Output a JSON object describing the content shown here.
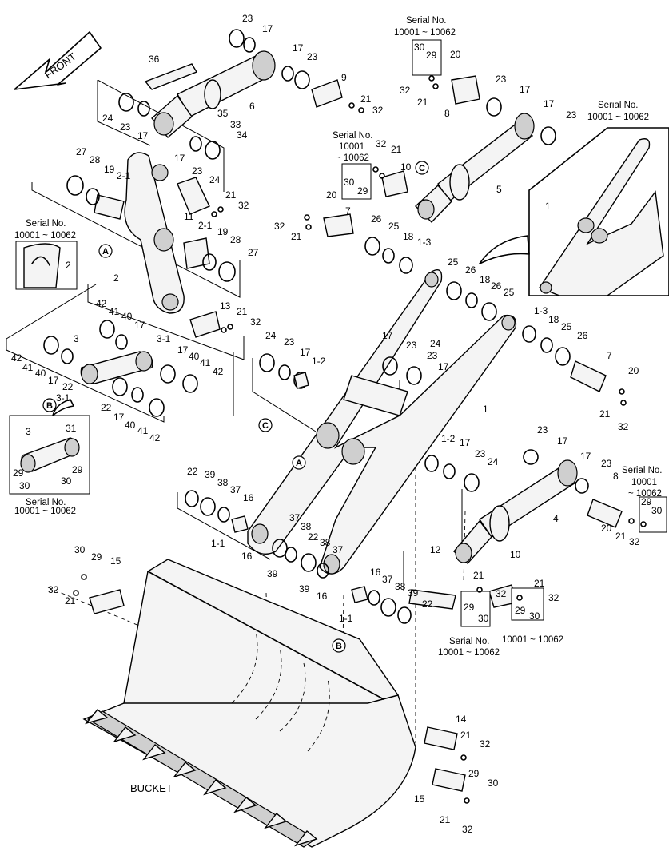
{
  "direction_label": "FRONT",
  "bucket_label": "BUCKET",
  "serial_line1": "Serial No.",
  "serial_line2": "10001 ~ 10062",
  "serial_alt_line2": "10001",
  "serial_alt_line3": "~ 10062",
  "refs": [
    "A",
    "B",
    "C"
  ],
  "callouts": [
    {
      "id": "c1",
      "t": "23"
    },
    {
      "id": "c2",
      "t": "17"
    },
    {
      "id": "c3",
      "t": "36"
    },
    {
      "id": "c4",
      "t": "17"
    },
    {
      "id": "c5",
      "t": "23"
    },
    {
      "id": "c6",
      "t": "9"
    },
    {
      "id": "c7",
      "t": "21"
    },
    {
      "id": "c8",
      "t": "32"
    },
    {
      "id": "c9",
      "t": "6"
    },
    {
      "id": "c10",
      "t": "35"
    },
    {
      "id": "c11",
      "t": "33"
    },
    {
      "id": "c12",
      "t": "34"
    },
    {
      "id": "c13",
      "t": "24"
    },
    {
      "id": "c14",
      "t": "23"
    },
    {
      "id": "c15",
      "t": "17"
    },
    {
      "id": "c16",
      "t": "17"
    },
    {
      "id": "c17",
      "t": "23"
    },
    {
      "id": "c18",
      "t": "24"
    },
    {
      "id": "c19",
      "t": "27"
    },
    {
      "id": "c20",
      "t": "28"
    },
    {
      "id": "c21",
      "t": "19"
    },
    {
      "id": "c22",
      "t": "2-1"
    },
    {
      "id": "c23",
      "t": "11"
    },
    {
      "id": "c24",
      "t": "21"
    },
    {
      "id": "c25",
      "t": "32"
    },
    {
      "id": "c26",
      "t": "2-1"
    },
    {
      "id": "c27",
      "t": "19"
    },
    {
      "id": "c28",
      "t": "28"
    },
    {
      "id": "c29",
      "t": "27"
    },
    {
      "id": "c30",
      "t": "2"
    },
    {
      "id": "c31",
      "t": "2"
    },
    {
      "id": "c32",
      "t": "13"
    },
    {
      "id": "c33",
      "t": "21"
    },
    {
      "id": "c34",
      "t": "32"
    },
    {
      "id": "c35",
      "t": "42"
    },
    {
      "id": "c36",
      "t": "41"
    },
    {
      "id": "c37",
      "t": "40"
    },
    {
      "id": "c38",
      "t": "17"
    },
    {
      "id": "c39",
      "t": "3"
    },
    {
      "id": "c40",
      "t": "3-1"
    },
    {
      "id": "c41",
      "t": "17"
    },
    {
      "id": "c42",
      "t": "40"
    },
    {
      "id": "c43",
      "t": "41"
    },
    {
      "id": "c44",
      "t": "42"
    },
    {
      "id": "c45",
      "t": "42"
    },
    {
      "id": "c46",
      "t": "41"
    },
    {
      "id": "c47",
      "t": "40"
    },
    {
      "id": "c48",
      "t": "17"
    },
    {
      "id": "c49",
      "t": "22"
    },
    {
      "id": "c50",
      "t": "3-1"
    },
    {
      "id": "c51",
      "t": "22"
    },
    {
      "id": "c52",
      "t": "17"
    },
    {
      "id": "c53",
      "t": "40"
    },
    {
      "id": "c54",
      "t": "41"
    },
    {
      "id": "c55",
      "t": "42"
    },
    {
      "id": "c56",
      "t": "3"
    },
    {
      "id": "c57",
      "t": "31"
    },
    {
      "id": "c58",
      "t": "29"
    },
    {
      "id": "c59",
      "t": "29"
    },
    {
      "id": "c60",
      "t": "30"
    },
    {
      "id": "c61",
      "t": "30"
    },
    {
      "id": "c62",
      "t": "30"
    },
    {
      "id": "c63",
      "t": "29"
    },
    {
      "id": "c64",
      "t": "20"
    },
    {
      "id": "c65",
      "t": "32"
    },
    {
      "id": "c66",
      "t": "21"
    },
    {
      "id": "c67",
      "t": "8"
    },
    {
      "id": "c68",
      "t": "23"
    },
    {
      "id": "c69",
      "t": "17"
    },
    {
      "id": "c70",
      "t": "17"
    },
    {
      "id": "c71",
      "t": "23"
    },
    {
      "id": "c72",
      "t": "5"
    },
    {
      "id": "c73",
      "t": "32"
    },
    {
      "id": "c74",
      "t": "21"
    },
    {
      "id": "c75",
      "t": "10"
    },
    {
      "id": "c76",
      "t": "30"
    },
    {
      "id": "c77",
      "t": "29"
    },
    {
      "id": "c78",
      "t": "20"
    },
    {
      "id": "c79",
      "t": "7"
    },
    {
      "id": "c80",
      "t": "32"
    },
    {
      "id": "c81",
      "t": "21"
    },
    {
      "id": "c82",
      "t": "26"
    },
    {
      "id": "c83",
      "t": "25"
    },
    {
      "id": "c84",
      "t": "18"
    },
    {
      "id": "c85",
      "t": "1-3"
    },
    {
      "id": "c86",
      "t": "1"
    },
    {
      "id": "c87",
      "t": "25"
    },
    {
      "id": "c88",
      "t": "26"
    },
    {
      "id": "c89",
      "t": "18"
    },
    {
      "id": "c90",
      "t": "26"
    },
    {
      "id": "c91",
      "t": "25"
    },
    {
      "id": "c92",
      "t": "1-3"
    },
    {
      "id": "c93",
      "t": "18"
    },
    {
      "id": "c94",
      "t": "25"
    },
    {
      "id": "c95",
      "t": "26"
    },
    {
      "id": "c96",
      "t": "7"
    },
    {
      "id": "c97",
      "t": "20"
    },
    {
      "id": "c98",
      "t": "21"
    },
    {
      "id": "c99",
      "t": "32"
    },
    {
      "id": "c100",
      "t": "24"
    },
    {
      "id": "c101",
      "t": "23"
    },
    {
      "id": "c102",
      "t": "17"
    },
    {
      "id": "c103",
      "t": "1-2"
    },
    {
      "id": "c104",
      "t": "17"
    },
    {
      "id": "c105",
      "t": "23"
    },
    {
      "id": "c106",
      "t": "24"
    },
    {
      "id": "c107",
      "t": "23"
    },
    {
      "id": "c108",
      "t": "17"
    },
    {
      "id": "c109",
      "t": "1"
    },
    {
      "id": "c110",
      "t": "1-2"
    },
    {
      "id": "c111",
      "t": "17"
    },
    {
      "id": "c112",
      "t": "23"
    },
    {
      "id": "c113",
      "t": "24"
    },
    {
      "id": "c114",
      "t": "23"
    },
    {
      "id": "c115",
      "t": "17"
    },
    {
      "id": "c116",
      "t": "17"
    },
    {
      "id": "c117",
      "t": "23"
    },
    {
      "id": "c118",
      "t": "8"
    },
    {
      "id": "c119",
      "t": "4"
    },
    {
      "id": "c120",
      "t": "20"
    },
    {
      "id": "c121",
      "t": "21"
    },
    {
      "id": "c122",
      "t": "32"
    },
    {
      "id": "c123",
      "t": "29"
    },
    {
      "id": "c124",
      "t": "30"
    },
    {
      "id": "c125",
      "t": "22"
    },
    {
      "id": "c126",
      "t": "39"
    },
    {
      "id": "c127",
      "t": "38"
    },
    {
      "id": "c128",
      "t": "37"
    },
    {
      "id": "c129",
      "t": "16"
    },
    {
      "id": "c130",
      "t": "1-1"
    },
    {
      "id": "c131",
      "t": "37"
    },
    {
      "id": "c132",
      "t": "38"
    },
    {
      "id": "c133",
      "t": "22"
    },
    {
      "id": "c134",
      "t": "38"
    },
    {
      "id": "c135",
      "t": "37"
    },
    {
      "id": "c136",
      "t": "16"
    },
    {
      "id": "c137",
      "t": "39"
    },
    {
      "id": "c138",
      "t": "39"
    },
    {
      "id": "c139",
      "t": "16"
    },
    {
      "id": "c140",
      "t": "12"
    },
    {
      "id": "c141",
      "t": "10"
    },
    {
      "id": "c142",
      "t": "21"
    },
    {
      "id": "c143",
      "t": "32"
    },
    {
      "id": "c144",
      "t": "21"
    },
    {
      "id": "c145",
      "t": "32"
    },
    {
      "id": "c146",
      "t": "29"
    },
    {
      "id": "c147",
      "t": "30"
    },
    {
      "id": "c148",
      "t": "29"
    },
    {
      "id": "c149",
      "t": "30"
    },
    {
      "id": "c150",
      "t": "16"
    },
    {
      "id": "c151",
      "t": "37"
    },
    {
      "id": "c152",
      "t": "38"
    },
    {
      "id": "c153",
      "t": "39"
    },
    {
      "id": "c154",
      "t": "22"
    },
    {
      "id": "c155",
      "t": "1-1"
    },
    {
      "id": "c156",
      "t": "30"
    },
    {
      "id": "c157",
      "t": "29"
    },
    {
      "id": "c158",
      "t": "15"
    },
    {
      "id": "c159",
      "t": "32"
    },
    {
      "id": "c160",
      "t": "21"
    },
    {
      "id": "c161",
      "t": "14"
    },
    {
      "id": "c162",
      "t": "21"
    },
    {
      "id": "c163",
      "t": "32"
    },
    {
      "id": "c164",
      "t": "29"
    },
    {
      "id": "c165",
      "t": "30"
    },
    {
      "id": "c166",
      "t": "15"
    },
    {
      "id": "c167",
      "t": "21"
    },
    {
      "id": "c168",
      "t": "32"
    }
  ]
}
